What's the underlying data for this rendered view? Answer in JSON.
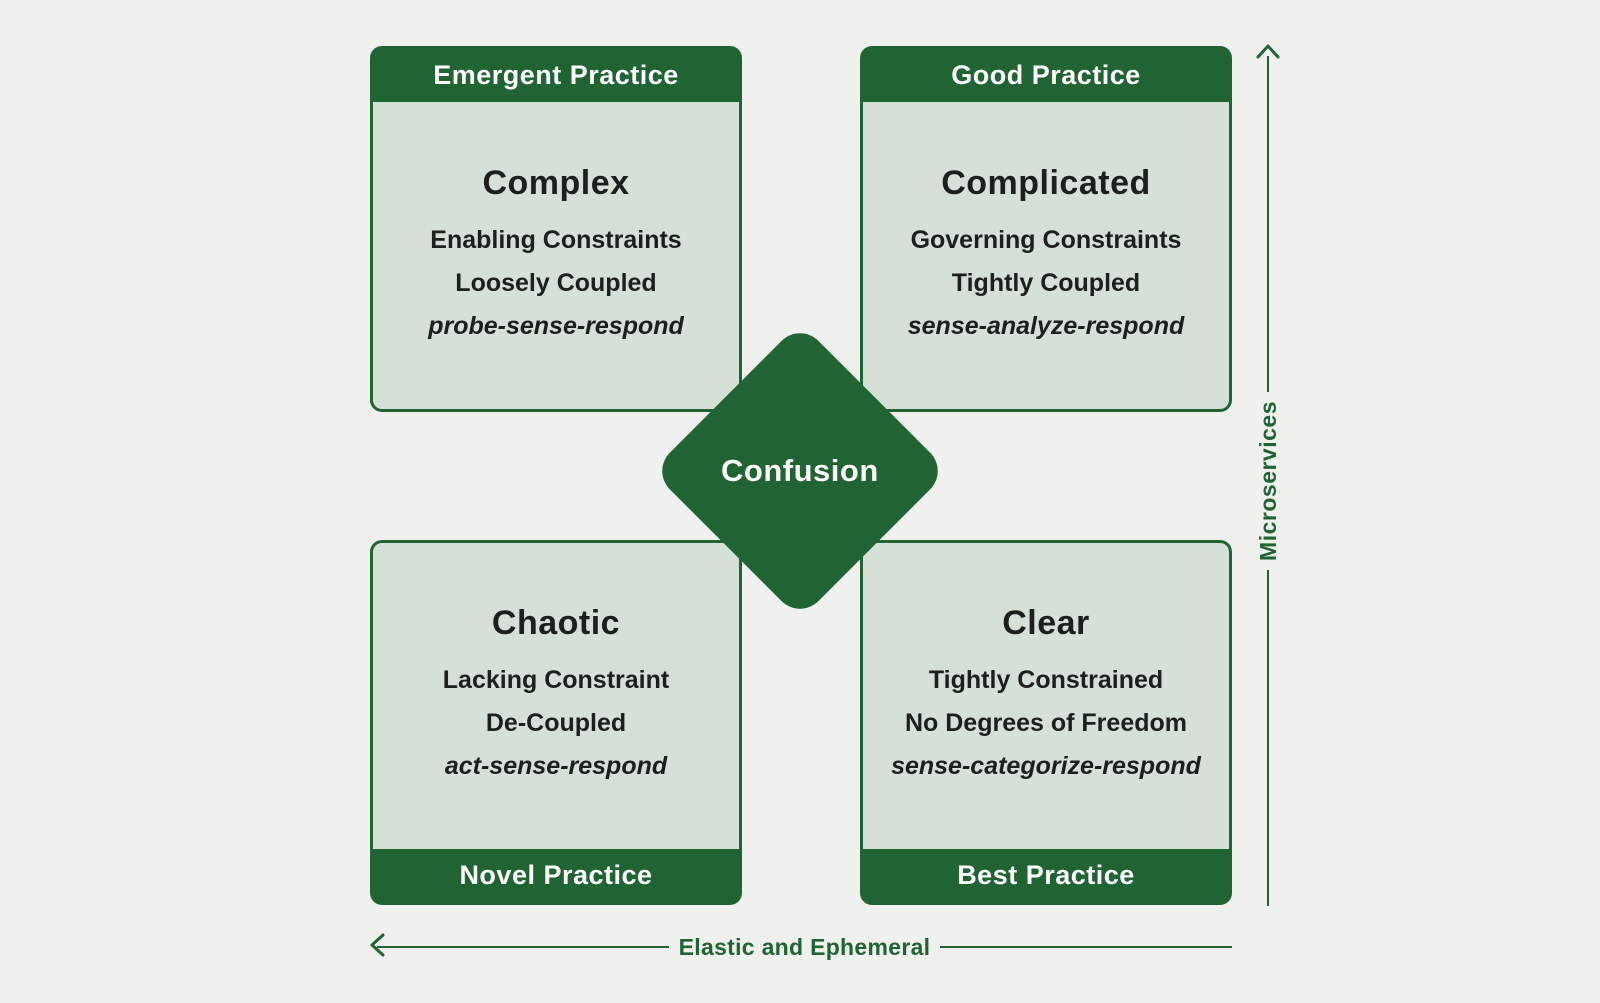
{
  "colors": {
    "background": "#f0f0ee",
    "dark_green": "#216434",
    "light_green": "#d5e1d7",
    "text_dark": "#1d1f1e",
    "text_on_green": "#ffffff"
  },
  "quadrants": [
    {
      "banner": "Emergent Practice",
      "title": "Complex",
      "lines": [
        "Enabling Constraints",
        "Loosely Coupled"
      ],
      "italic": "probe-sense-respond"
    },
    {
      "banner": "Good Practice",
      "title": "Complicated",
      "lines": [
        "Governing Constraints",
        "Tightly Coupled"
      ],
      "italic": "sense-analyze-respond"
    },
    {
      "banner": "Novel Practice",
      "title": "Chaotic",
      "lines": [
        "Lacking Constraint",
        "De-Coupled"
      ],
      "italic": "act-sense-respond"
    },
    {
      "banner": "Best Practice",
      "title": "Clear",
      "lines": [
        "Tightly Constrained",
        "No Degrees of Freedom"
      ],
      "italic": "sense-categorize-respond"
    }
  ],
  "center": {
    "label": "Confusion"
  },
  "axes": {
    "vertical": {
      "label": "Microservices",
      "direction": "up"
    },
    "horizontal": {
      "label": "Elastic and Ephemeral",
      "direction": "left"
    }
  }
}
